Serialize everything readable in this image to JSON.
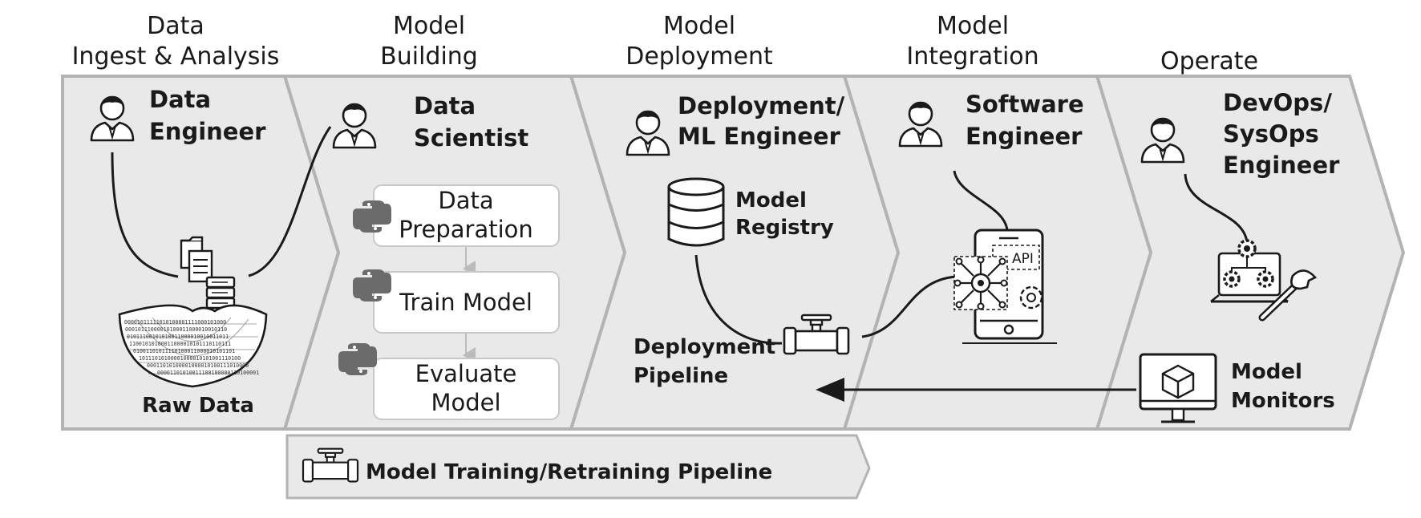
{
  "stages": [
    {
      "header": [
        "Data",
        "Ingest & Analysis"
      ]
    },
    {
      "header": [
        "Model",
        "Building"
      ]
    },
    {
      "header": [
        "Model",
        "Deployment"
      ]
    },
    {
      "header": [
        "Model",
        "Integration"
      ]
    },
    {
      "header": [
        "Operate"
      ]
    }
  ],
  "roles": {
    "data_engineer": [
      "Data",
      "Engineer"
    ],
    "data_scientist": [
      "Data",
      "Scientist"
    ],
    "ml_engineer": [
      "Deployment/",
      "ML Engineer"
    ],
    "software_engineer": [
      "Software",
      "Engineer"
    ],
    "devops_engineer": [
      "DevOps/",
      "SysOps",
      "Engineer"
    ]
  },
  "raw_data": "Raw Data",
  "binary_rows": [
    "00001011111010100001111000101000",
    "00010111000010100011000010010110",
    "01011100101010011000010010011011",
    "11001010100011000010101110110111",
    "01001101011110100011000010101101",
    "10111010100001000010101001110100",
    "00011010100001000010100111010000",
    "00001101010011100100000110100001"
  ],
  "build_steps": [
    [
      "Data",
      "Preparation"
    ],
    [
      "Train Model"
    ],
    [
      "Evaluate",
      "Model"
    ]
  ],
  "model_registry": [
    "Model",
    "Registry"
  ],
  "deployment_pipeline": [
    "Deployment",
    "Pipeline"
  ],
  "api_label": "API",
  "model_monitors": [
    "Model",
    "Monitors"
  ],
  "training_pipeline": "Model Training/Retraining Pipeline",
  "colors": {
    "panel": "#e9e9e9",
    "border": "#b3b3b3",
    "ink": "#1a1a1a",
    "python_icon": "#6b6b6b",
    "box_fill": "#ffffff",
    "box_border": "#c8c8c8"
  }
}
